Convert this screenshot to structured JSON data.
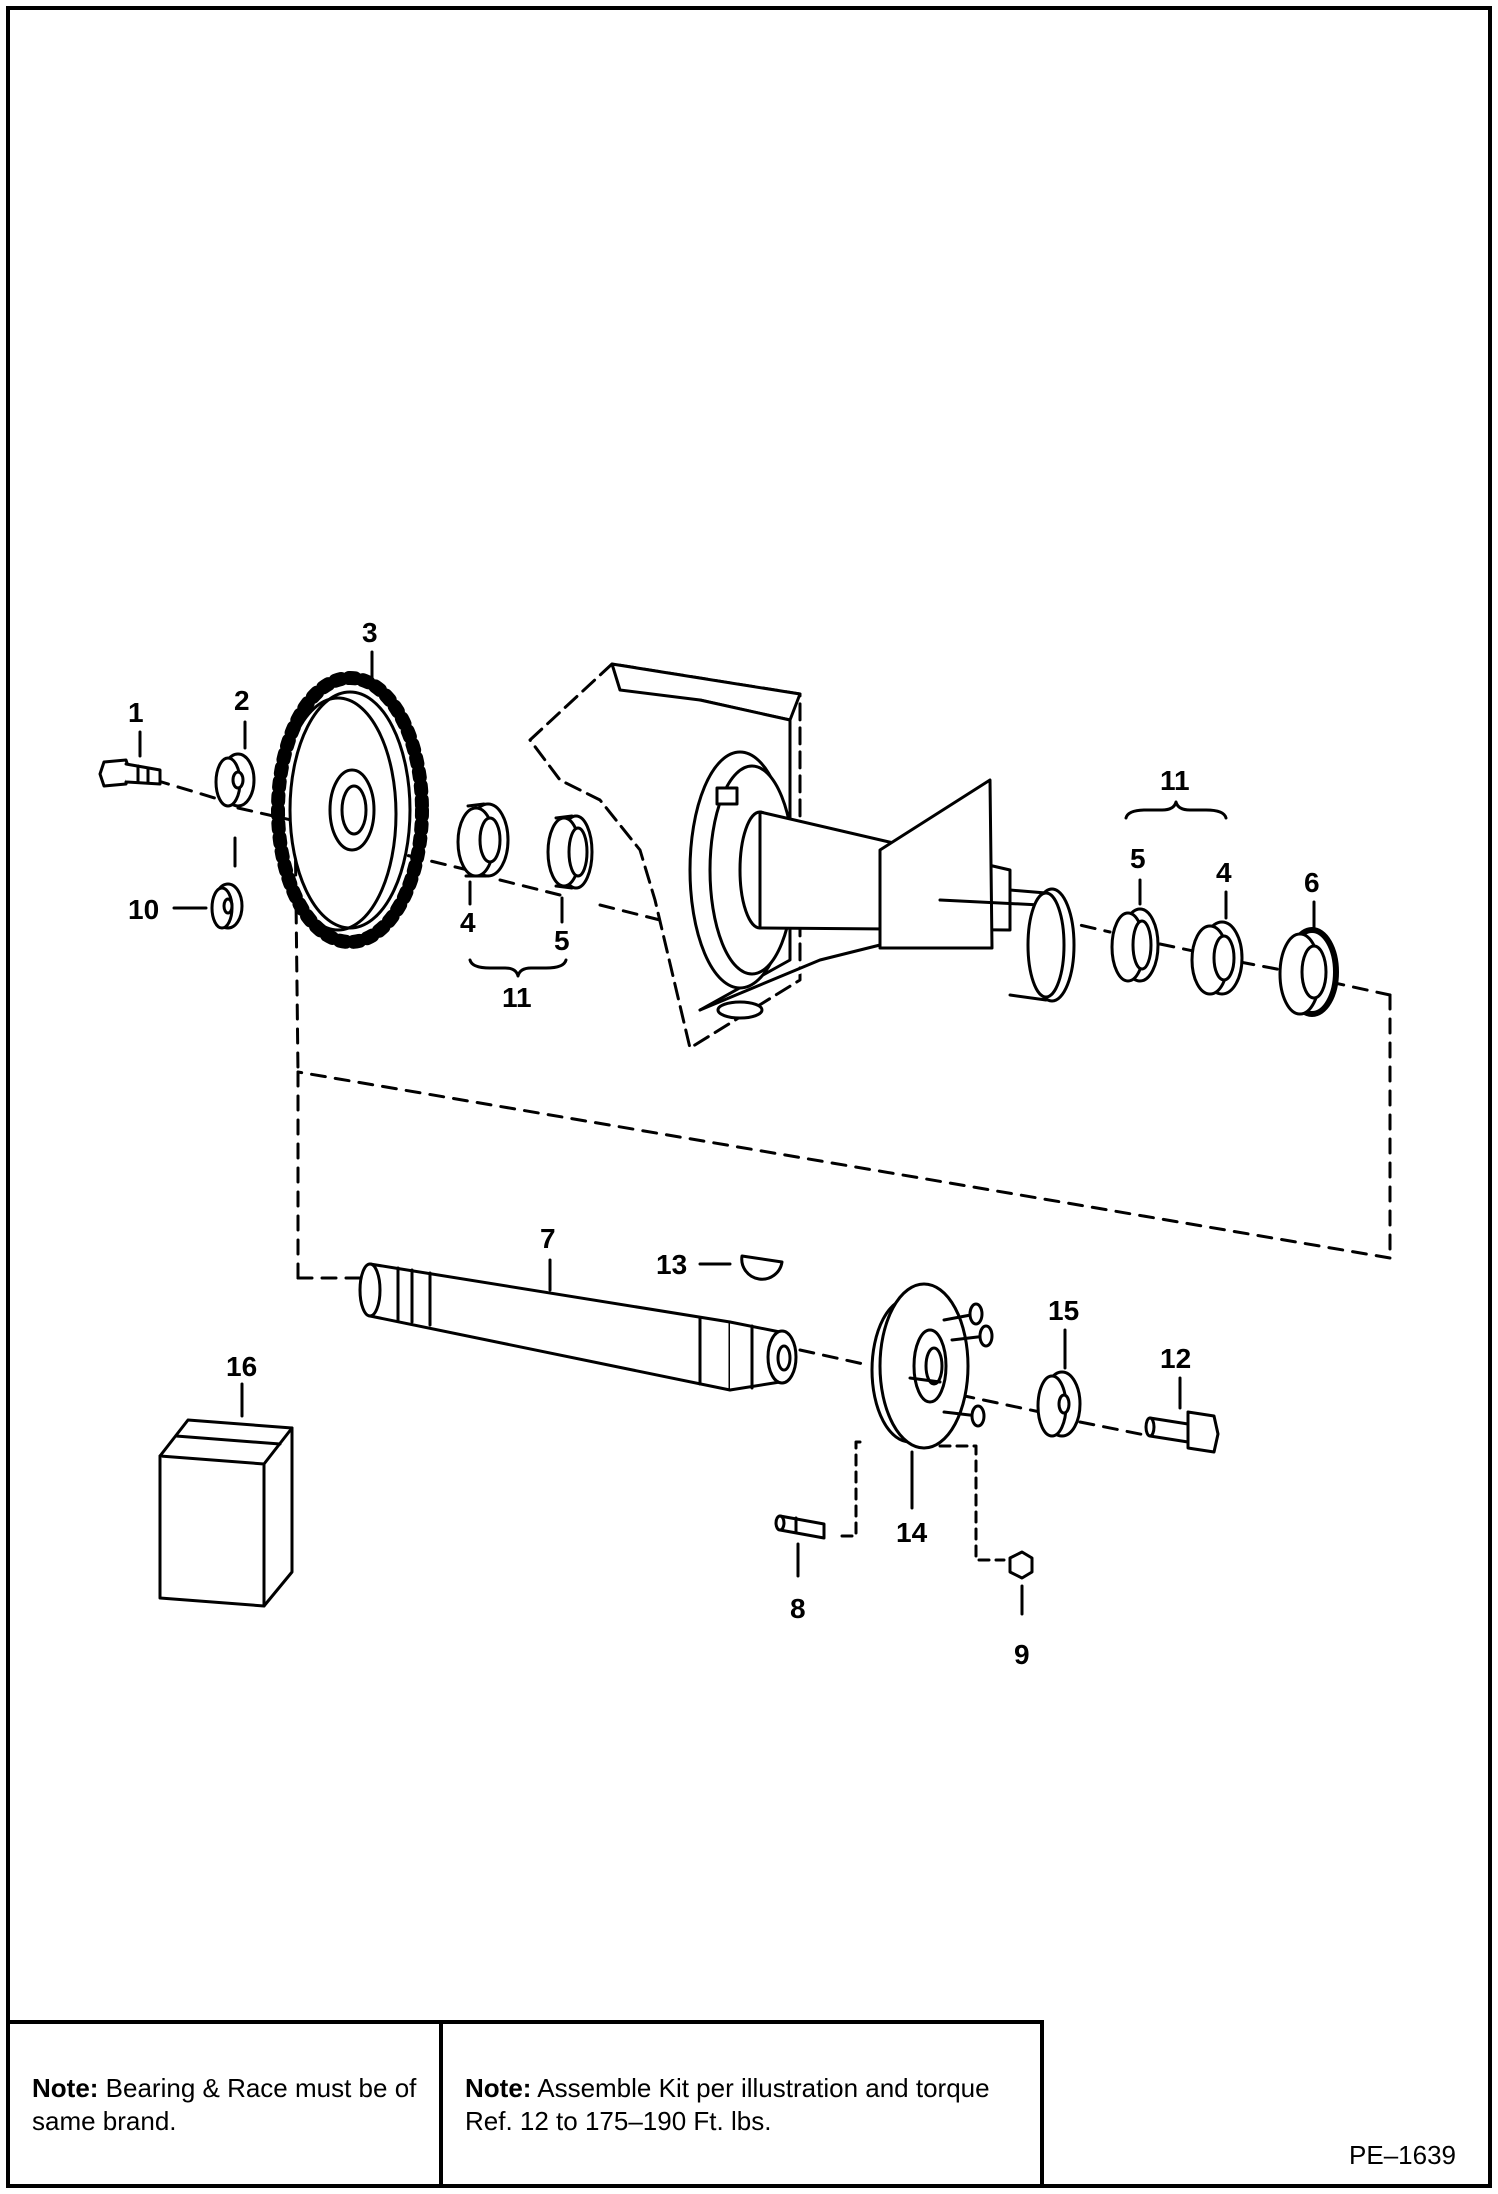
{
  "callouts": {
    "c1": "1",
    "c2": "2",
    "c3": "3",
    "c4a": "4",
    "c5a": "5",
    "c11a": "11",
    "c10": "10",
    "c11b": "11",
    "c5b": "5",
    "c4b": "4",
    "c6": "6",
    "c7": "7",
    "c13": "13",
    "c15": "15",
    "c12": "12",
    "c16": "16",
    "c14": "14",
    "c8": "8",
    "c9": "9"
  },
  "notes": {
    "left": {
      "label": "Note:",
      "text": " Bearing & Race must be of same brand."
    },
    "right": {
      "label": "Note:",
      "text": " Assemble Kit per illustration and torque Ref. 12 to 175–190 Ft. lbs."
    }
  },
  "reference": "PE–1639"
}
